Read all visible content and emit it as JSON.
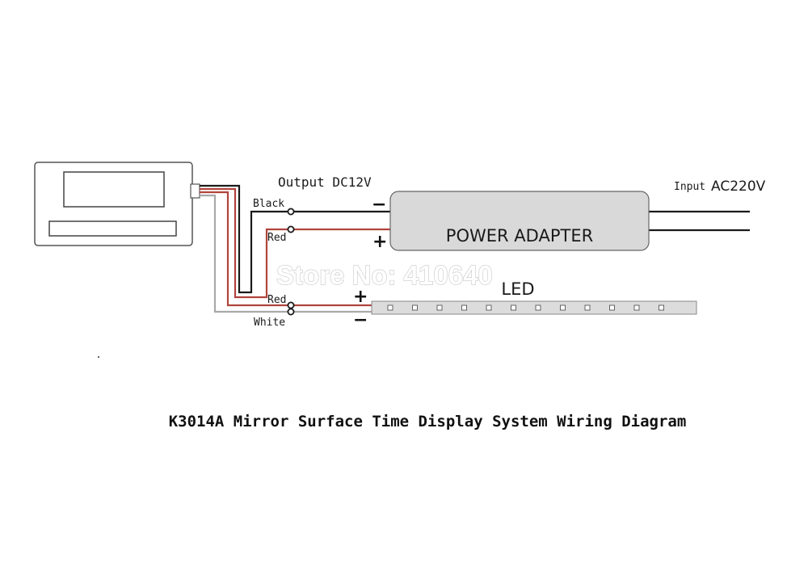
{
  "diagram": {
    "output_label": "Output DC12V",
    "input_label_prefix": "Input",
    "input_label_value": "AC220V",
    "adapter_label": "POWER ADAPTER",
    "led_label": "LED",
    "wire_black": "Black",
    "wire_red_top": "Red",
    "wire_red_bottom": "Red",
    "wire_white": "White",
    "adapter_minus": "−",
    "adapter_plus": "+",
    "led_plus": "+",
    "led_minus": "−",
    "watermark": "Store No: 410640",
    "caption": "K3014A Mirror Surface Time Display System Wiring Diagram",
    "led_chip_count": 12,
    "colors": {
      "wire_black": "#1a1a1a",
      "wire_red": "#b0443c",
      "wire_white": "#a9a9a9",
      "adapter_fill": "#d9d9d9",
      "led_strip_fill": "#dcdcdc",
      "outline": "#555555"
    }
  }
}
